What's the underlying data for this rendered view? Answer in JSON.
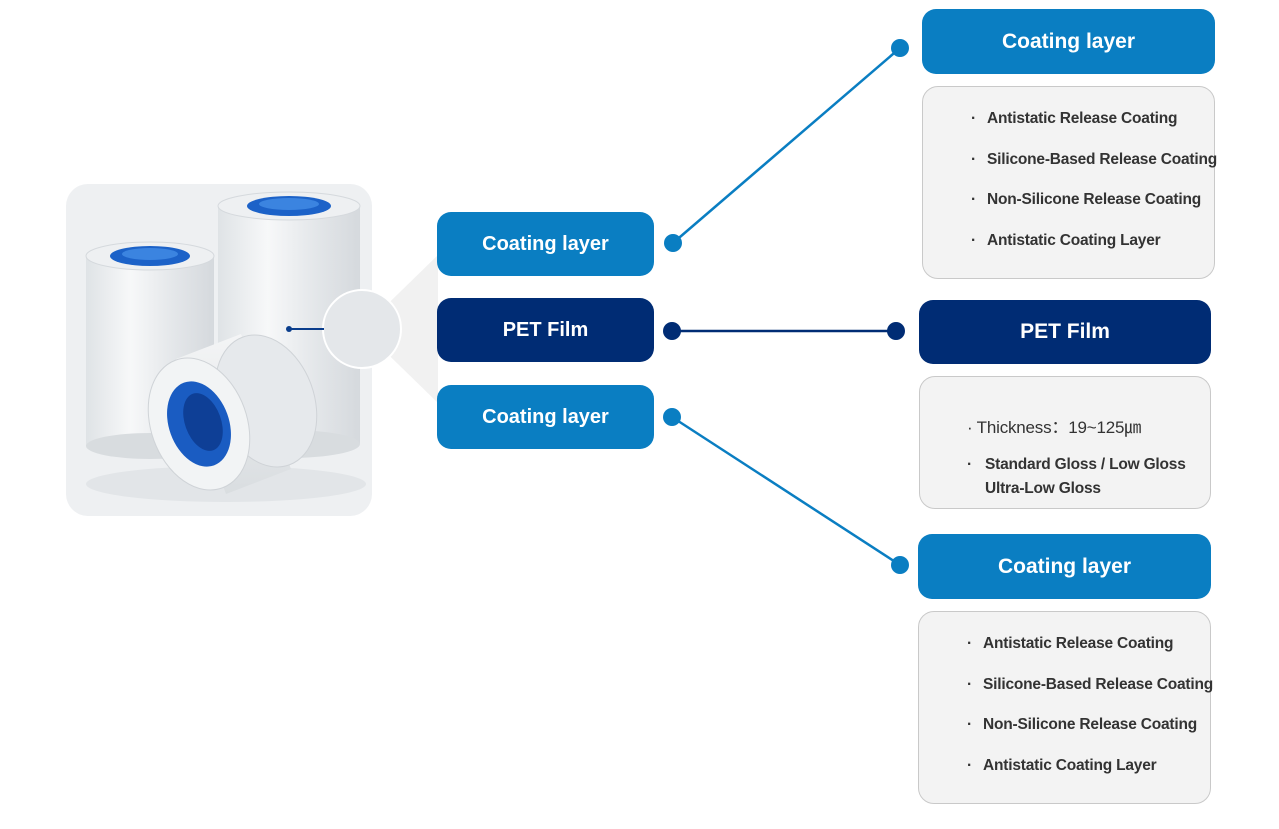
{
  "left_labels": {
    "top": "Coating layer",
    "middle": "PET Film",
    "bottom": "Coating layer"
  },
  "right_top": {
    "title": "Coating layer",
    "items": [
      "Antistatic Release Coating",
      "Silicone-Based Release Coating",
      "Non-Silicone Release Coating",
      "Antistatic Coating Layer"
    ]
  },
  "right_middle": {
    "title": "PET Film",
    "thickness": "· Thickness：19~125㎛",
    "gloss_line1": "Standard Gloss / Low Gloss",
    "gloss_line2": "Ultra-Low Gloss"
  },
  "right_bottom": {
    "title": "Coating layer",
    "items": [
      "Antistatic Release Coating",
      "Silicone-Based Release Coating",
      "Non-Silicone Release Coating",
      "Antistatic Coating Layer"
    ]
  },
  "colors": {
    "coating_blue": "#0a7ec2",
    "pet_navy": "#002c74",
    "card_bg": "#f3f3f3"
  }
}
